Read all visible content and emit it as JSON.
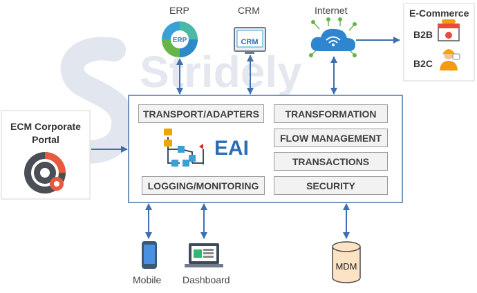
{
  "watermark": {
    "text": "Stridely"
  },
  "systems": {
    "erp": {
      "label": "ERP",
      "icon_text": "ERP"
    },
    "crm": {
      "label": "CRM",
      "icon_text": "CRM"
    },
    "internet": {
      "label": "Internet"
    }
  },
  "ecommerce": {
    "title": "E-Commerce",
    "b2b": "B2B",
    "b2c": "B2C"
  },
  "ecm": {
    "title": "ECM Corporate Portal"
  },
  "eai": {
    "label": "EAI",
    "left_modules": [
      "TRANSPORT/ADAPTERS",
      "LOGGING/MONITORING"
    ],
    "right_modules": [
      "TRANSFORMATION",
      "FLOW MANAGEMENT",
      "TRANSACTIONS",
      "SECURITY"
    ]
  },
  "bottom": {
    "mobile": "Mobile",
    "dashboard": "Dashboard",
    "mdm": "MDM"
  },
  "colors": {
    "arrow": "#3f6fb0",
    "eai_text": "#2e6db4",
    "box_fill": "#f2f2f2",
    "box_border": "#9a9a9a",
    "watermark": "#dfe3ee"
  },
  "icons": [
    "erp-wheel-icon",
    "crm-monitor-icon",
    "cloud-network-icon",
    "browser-icon",
    "support-agent-icon",
    "gears-icon",
    "flowchart-icon",
    "phone-icon",
    "laptop-icon",
    "database-icon"
  ]
}
